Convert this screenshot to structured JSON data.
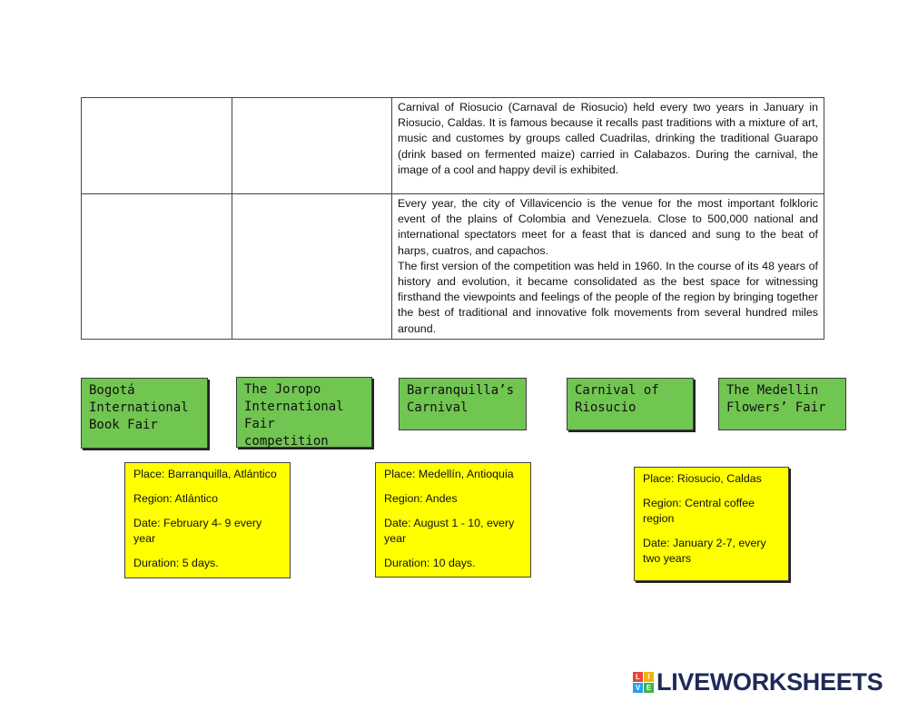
{
  "table": {
    "rows": [
      {
        "paragraphs": [
          "Carnival of Riosucio (Carnaval de Riosucio) held every two years in January in Riosucio, Caldas. It is famous because it recalls past traditions with a mixture of art, music and customes by groups called Cuadrilas, drinking the traditional Guarapo (drink based on fermented maize) carried in Calabazos. During the carnival, the image of a cool and happy devil is exhibited."
        ]
      },
      {
        "paragraphs": [
          "Every year, the city of Villavicencio is the venue for the most important folkloric event of the plains of Colombia and Venezuela. Close to 500,000 national and international spectators meet for a feast that is danced and sung to the beat of harps, cuatros, and capachos.",
          "The first version of the competition was held in 1960. In the course of its 48 years of history and evolution, it became consolidated as the best space for witnessing firsthand the viewpoints and feelings of the people of the region by bringing together the best of traditional and innovative folk movements from several hundred miles around."
        ]
      }
    ]
  },
  "green_cards": [
    "Bogotá International Book Fair",
    "The Joropo International Fair competition",
    "Barranquilla’s Carnival",
    "Carnival of Riosucio",
    "The Medellin Flowers’ Fair"
  ],
  "yellow_cards": [
    {
      "place": "Place: Barranquilla, Atlántico",
      "region": "Region: Atlántico",
      "date": "Date: February 4- 9 every year",
      "duration": "Duration: 5 days."
    },
    {
      "place": "Place: Medellín, Antioquia",
      "region": "Region: Andes",
      "date": "Date: August 1 - 10, every year",
      "duration": "Duration: 10 days."
    },
    {
      "place": "Place: Riosucio, Caldas",
      "region": "Region: Central coffee region",
      "date": "Date: January 2-7, every two years"
    }
  ],
  "brand": {
    "name": "LIVEWORKSHEETS",
    "mark_letters": [
      "L",
      "I",
      "V",
      "E"
    ],
    "mark_colors": [
      "#e8443a",
      "#f4b400",
      "#2a9df4",
      "#3bb54a"
    ],
    "text_color": "#1f2a5a"
  }
}
